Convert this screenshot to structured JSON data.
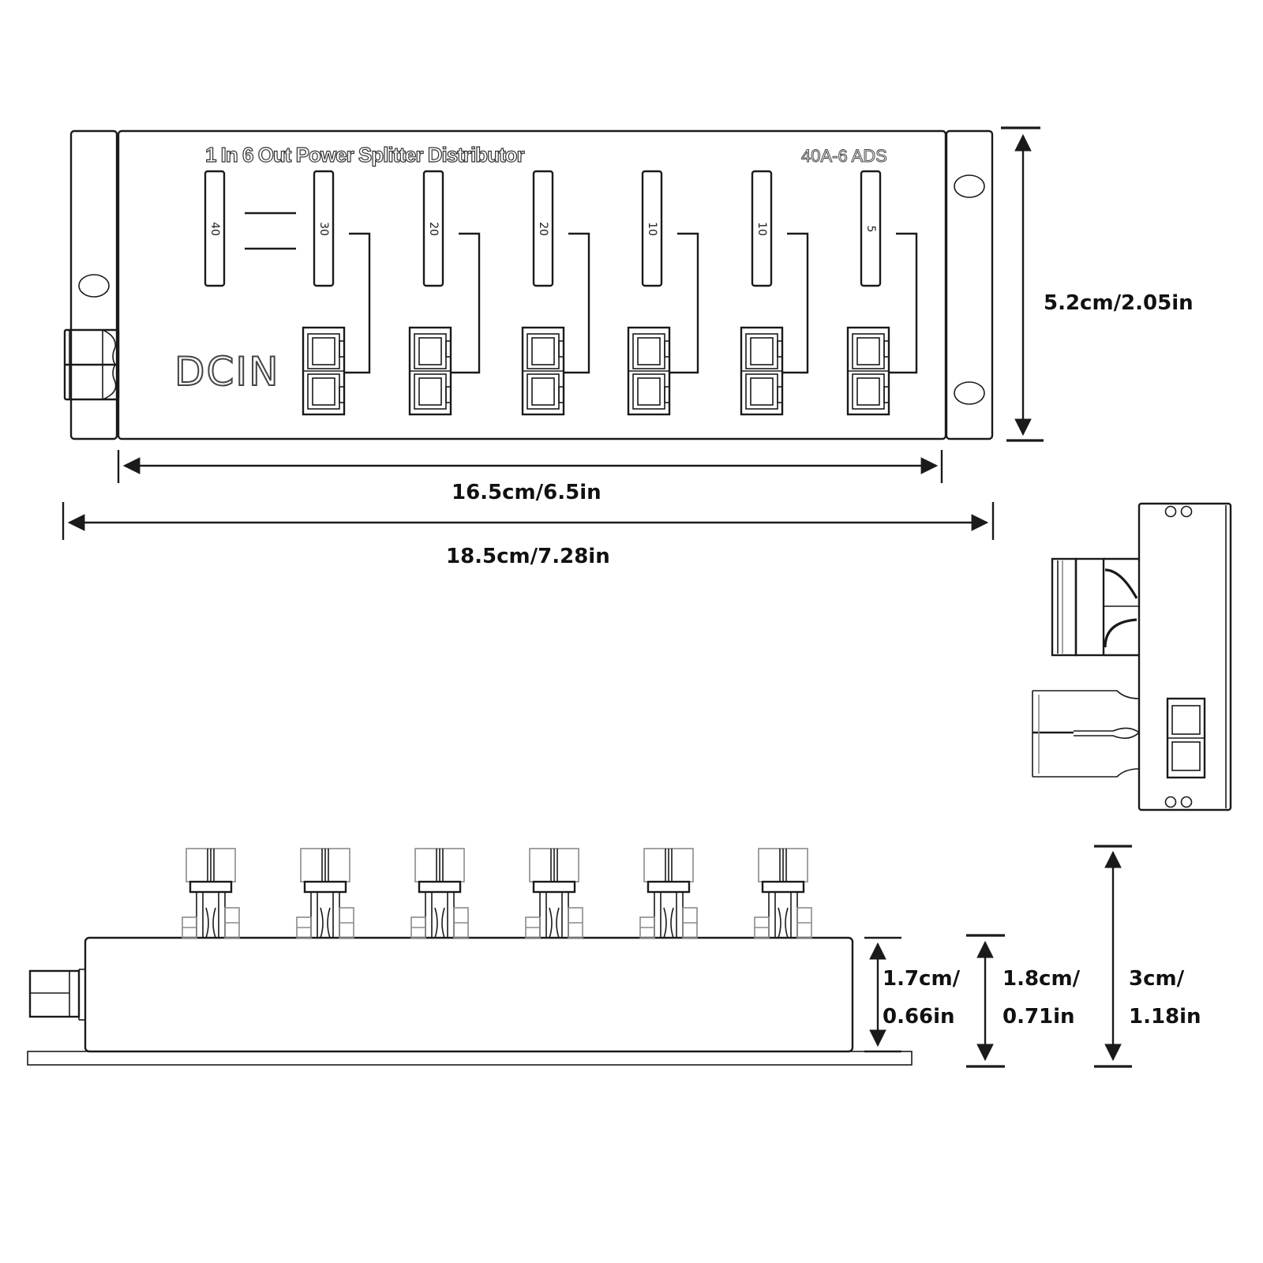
{
  "product": {
    "title": "1 In 6 Out Power Splitter Distributor",
    "model": "40A-6 ADS",
    "input_label": "DCIN"
  },
  "fuses": [
    "40",
    "30",
    "20",
    "20",
    "10",
    "10",
    "5"
  ],
  "dimensions": {
    "height_top": "5.2cm/2.05in",
    "body_length": "16.5cm/6.5in",
    "total_length": "18.5cm/7.28in",
    "h1_line1": "1.7cm/",
    "h1_line2": "0.66in",
    "h2_line1": "1.8cm/",
    "h2_line2": "0.71in",
    "h3_line1": "3cm/",
    "h3_line2": "1.18in"
  },
  "colors": {
    "line": "#1a1a1a",
    "background": "#ffffff",
    "gray": "#8a8a8a"
  }
}
